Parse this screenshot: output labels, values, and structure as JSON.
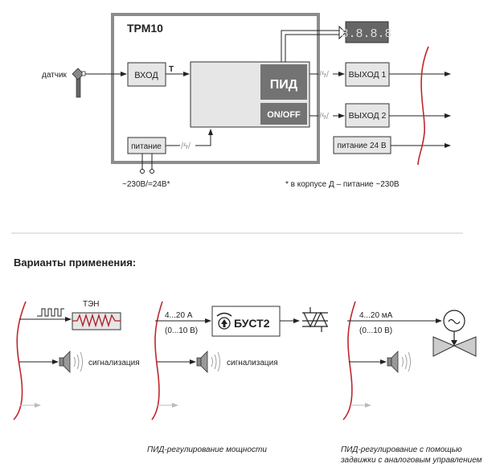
{
  "device": {
    "title": "ТРМ10",
    "input_block": "ВХОД",
    "input_signal": "Т",
    "sensor_label": "датчик",
    "pid_label": "ПИД",
    "onoff_label": "ON/OFF",
    "display_digits": "8.8.8.8",
    "output1": "ВЫХОД 1",
    "output2": "ВЫХОД 2",
    "power_block": "питание",
    "power_out": "питание 24 В",
    "supply_label": "~230В/=24В*",
    "footnote": "* в корпусе Д – питание ~230В"
  },
  "applications": {
    "heading": "Варианты применения:",
    "variant1": {
      "heater_label": "ТЭН",
      "alarm_label": "сигнализация"
    },
    "variant2": {
      "signal_line1": "4...20 А",
      "signal_line2": "(0...10 В)",
      "booster_label": "БУСТ2",
      "alarm_label": "сигнализация",
      "caption": "ПИД-регулирование мощности"
    },
    "variant3": {
      "signal_line1": "4...20 мА",
      "signal_line2": "(0...10 В)",
      "caption_line1": "ПИД-регулирование с помощью",
      "caption_line2": "задвижки с аналоговым управлением"
    }
  },
  "colors": {
    "frame": "#8c8c8c",
    "block_fill": "#e6e6e6",
    "dark_block": "#737373",
    "cut_line": "#c0272d",
    "divider": "#c8c8c8"
  }
}
